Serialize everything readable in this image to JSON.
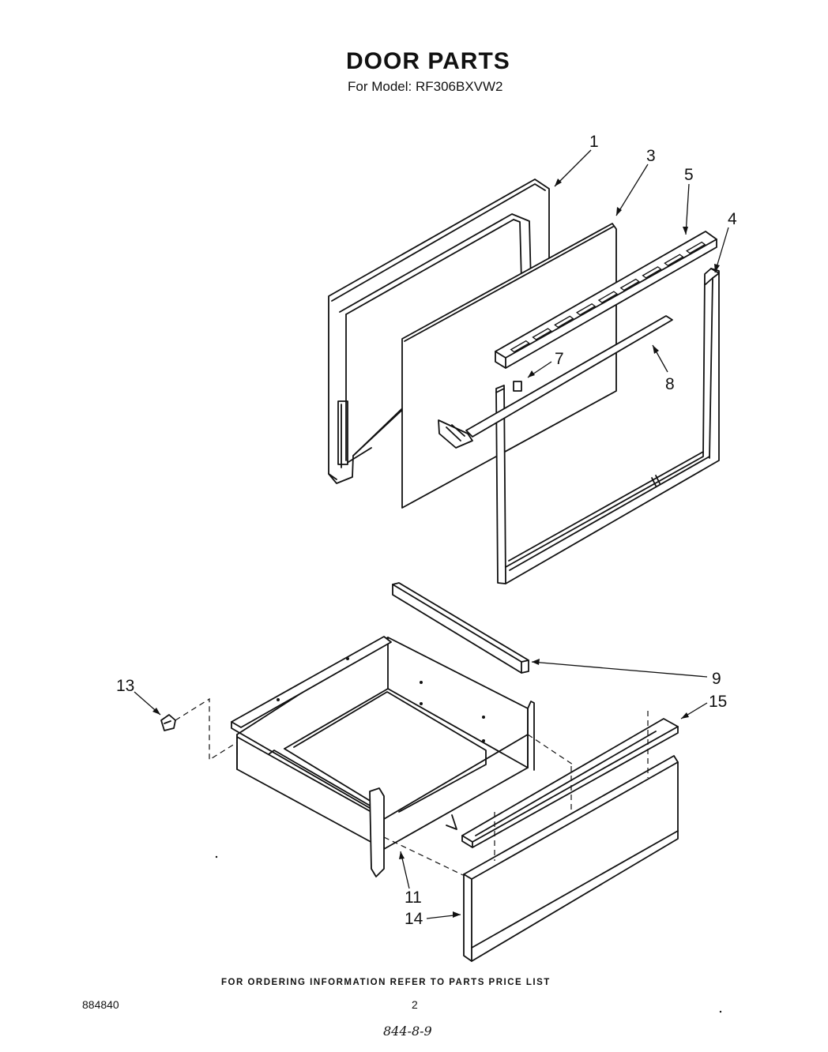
{
  "header": {
    "title": "DOOR PARTS",
    "subtitle": "For Model: RF306BXVW2"
  },
  "callouts": [
    {
      "id": "1",
      "label": "1"
    },
    {
      "id": "3",
      "label": "3"
    },
    {
      "id": "4",
      "label": "4"
    },
    {
      "id": "5",
      "label": "5"
    },
    {
      "id": "7",
      "label": "7"
    },
    {
      "id": "8",
      "label": "8"
    },
    {
      "id": "9",
      "label": "9"
    },
    {
      "id": "11",
      "label": "11"
    },
    {
      "id": "13",
      "label": "13"
    },
    {
      "id": "14",
      "label": "14"
    },
    {
      "id": "15",
      "label": "15"
    }
  ],
  "footer": {
    "note": "FOR ORDERING INFORMATION REFER TO PARTS PRICE LIST",
    "code": "884840",
    "page": "2",
    "handwritten": "844-8-9"
  }
}
